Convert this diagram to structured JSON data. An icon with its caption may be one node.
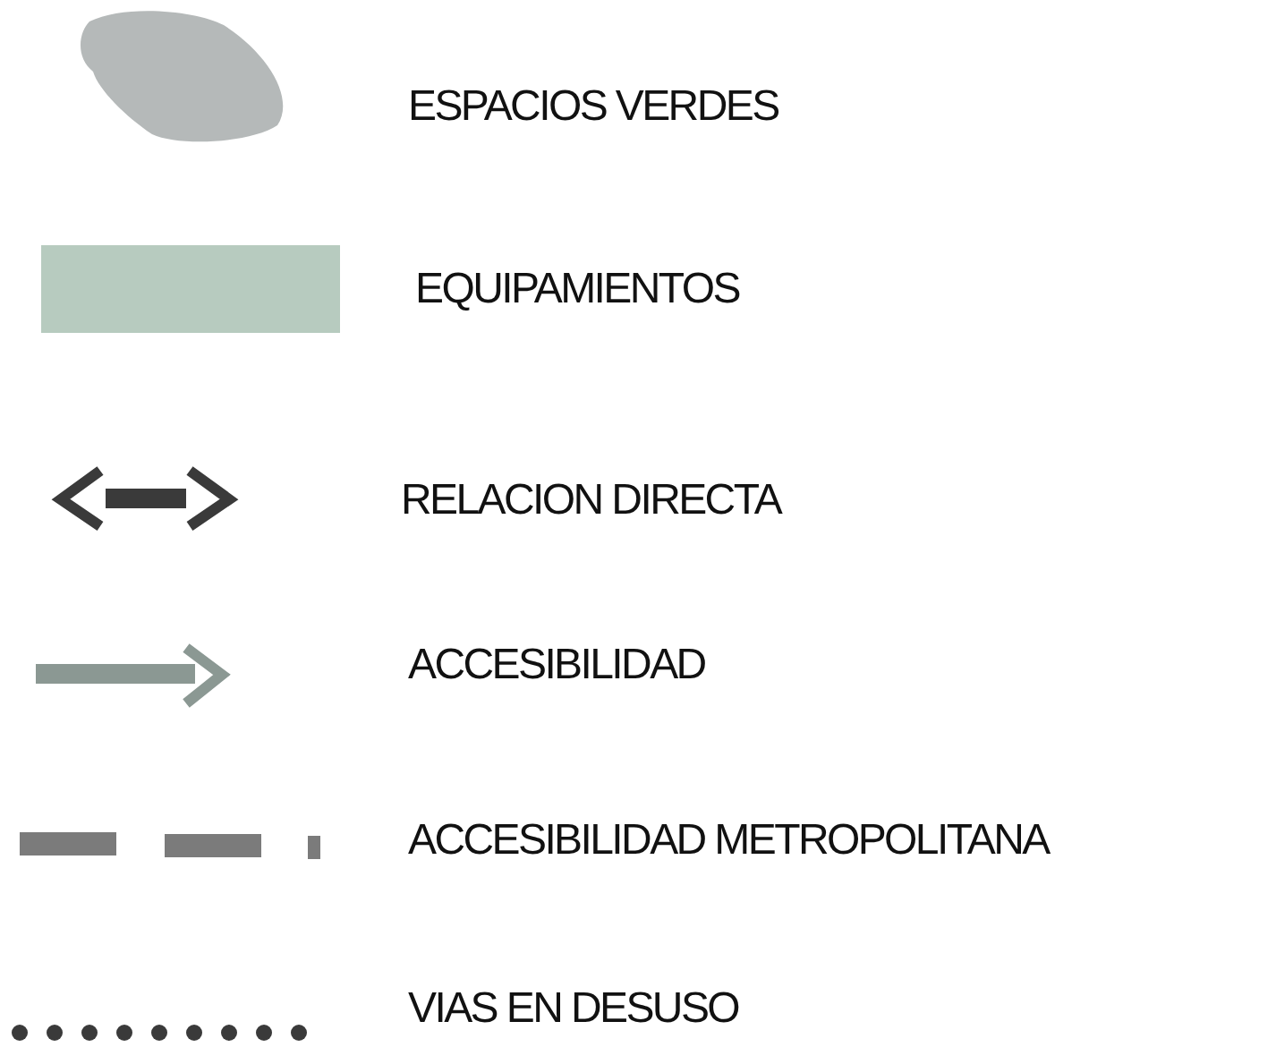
{
  "diagram": {
    "legend": [
      {
        "text": "ESPACIOS VERDES",
        "color": "#b5b9b9"
      },
      {
        "text": "EQUIPAMIENTOS",
        "color": "#b7cbbf"
      },
      {
        "text": "RELACION DIRECTA"
      },
      {
        "text": "ACCESIBILIDAD"
      },
      {
        "text": "ACCESIBILIDAD METROPOLITANA"
      },
      {
        "text": "VIAS EN DESUSO"
      }
    ]
  }
}
